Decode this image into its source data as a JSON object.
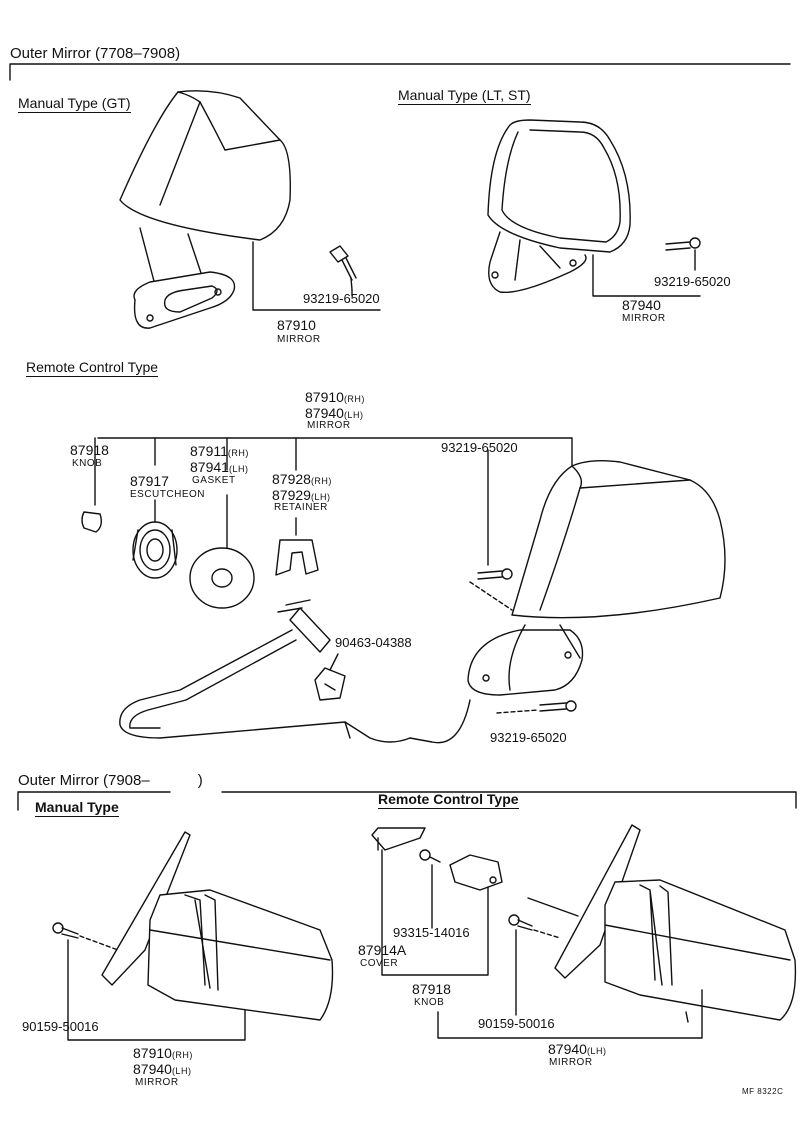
{
  "headings": {
    "outer_1": "Outer Mirror (7708–7908)",
    "manual_gt": "Manual Type (GT)",
    "manual_lt": "Manual Type (LT, ST)",
    "remote_1": "Remote Control Type",
    "outer_2": "Outer Mirror (7908–",
    "outer_2_close": ")",
    "manual_2": "Manual Type",
    "remote_2": "Remote Control Type"
  },
  "parts": {
    "p1": {
      "num": "93219-65020"
    },
    "p2": {
      "num": "87910",
      "name": "MIRROR"
    },
    "p3": {
      "num": "93219-65020"
    },
    "p4": {
      "num": "87940",
      "name": "MIRROR"
    },
    "p5": {
      "num": "87910",
      "sfx": "(RH)",
      "num2": "87940",
      "sfx2": "(LH)",
      "name": "MIRROR"
    },
    "p6": {
      "num": "87918",
      "name": "KNOB"
    },
    "p7": {
      "num": "87917",
      "name": "ESCUTCHEON"
    },
    "p8": {
      "num": "87911",
      "sfx": "(RH)",
      "num2": "87941",
      "sfx2": "(LH)",
      "name": "GASKET"
    },
    "p9": {
      "num": "87928",
      "sfx": "(RH)",
      "num2": "87929",
      "sfx2": "(LH)",
      "name": "RETAINER"
    },
    "p10": {
      "num": "93219-65020"
    },
    "p11": {
      "num": "90463-04388"
    },
    "p12": {
      "num": "93219-65020"
    },
    "p13": {
      "num": "90159-50016"
    },
    "p14": {
      "num": "87910",
      "sfx": "(RH)",
      "num2": "87940",
      "sfx2": "(LH)",
      "name": "MIRROR"
    },
    "p15": {
      "num": "93315-14016"
    },
    "p16": {
      "num": "87914A",
      "name": "COVER"
    },
    "p17": {
      "num": "87918",
      "name": "KNOB"
    },
    "p18": {
      "num": "90159-50016"
    },
    "p19": {
      "num": "87940",
      "sfx": "(LH)",
      "name": "MIRROR"
    }
  },
  "footer_code": "MF 8322C"
}
